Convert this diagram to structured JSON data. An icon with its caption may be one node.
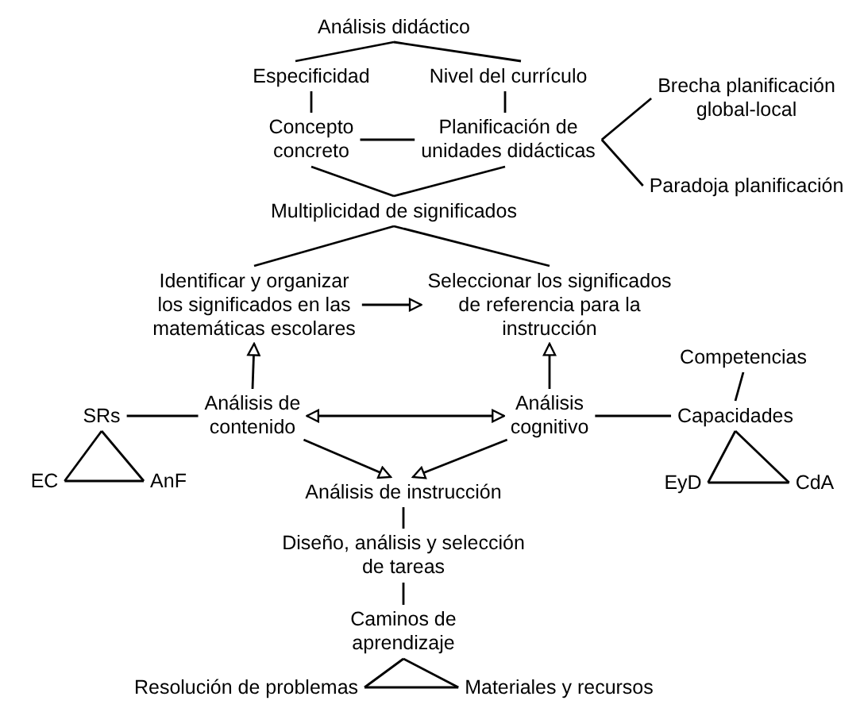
{
  "diagram": {
    "nodes": [
      {
        "text": [
          "Análisis didáctico"
        ]
      },
      {
        "text": [
          "Especificidad"
        ]
      },
      {
        "text": [
          "Nivel del currículo"
        ]
      },
      {
        "text": [
          "Concepto concreto"
        ]
      },
      {
        "text": [
          "Planificación de unidades didácticas"
        ]
      },
      {
        "text": [
          "Brecha planificación global-local"
        ]
      },
      {
        "text": [
          "Paradoja planificación"
        ]
      },
      {
        "text": [
          "Multiplicidad de significados"
        ]
      },
      {
        "text": [
          "Identificar y organizar los significados en las matemáticas escolares"
        ]
      },
      {
        "text": [
          "Seleccionar los significados de referencia para la instrucción"
        ]
      },
      {
        "text": [
          "Análisis de contenido"
        ]
      },
      {
        "text": [
          "Análisis cognitivo"
        ]
      },
      {
        "text": [
          "SRs"
        ]
      },
      {
        "text": [
          "EC"
        ]
      },
      {
        "text": [
          "AnF"
        ]
      },
      {
        "text": [
          "Competencias"
        ]
      },
      {
        "text": [
          "Capacidades"
        ]
      },
      {
        "text": [
          "EyD"
        ]
      },
      {
        "text": [
          "CdA"
        ]
      },
      {
        "text": [
          "Análisis de instrucción"
        ]
      },
      {
        "text": [
          "Diseño, análisis y selección de tareas"
        ]
      },
      {
        "text": [
          "Caminos de aprendizaje"
        ]
      },
      {
        "text": [
          "Resolución de problemas"
        ]
      },
      {
        "text": [
          "Materiales y recursos"
        ]
      }
    ],
    "edges": [
      {
        "from": 0,
        "to": 1,
        "arrow": "none"
      },
      {
        "from": 0,
        "to": 2,
        "arrow": "none"
      },
      {
        "from": 1,
        "to": 3,
        "arrow": "none"
      },
      {
        "from": 2,
        "to": 4,
        "arrow": "none"
      },
      {
        "from": 3,
        "to": 4,
        "arrow": "none"
      },
      {
        "from": 4,
        "to": 5,
        "arrow": "none"
      },
      {
        "from": 4,
        "to": 6,
        "arrow": "none"
      },
      {
        "from": 3,
        "to": 7,
        "arrow": "none"
      },
      {
        "from": 4,
        "to": 7,
        "arrow": "none"
      },
      {
        "from": 7,
        "to": 8,
        "arrow": "none"
      },
      {
        "from": 7,
        "to": 9,
        "arrow": "none"
      },
      {
        "from": 8,
        "to": 9,
        "arrow": "to"
      },
      {
        "from": 10,
        "to": 8,
        "arrow": "to"
      },
      {
        "from": 11,
        "to": 9,
        "arrow": "to"
      },
      {
        "from": 10,
        "to": 11,
        "arrow": "both"
      },
      {
        "from": 10,
        "to": 19,
        "arrow": "to"
      },
      {
        "from": 11,
        "to": 19,
        "arrow": "to"
      },
      {
        "from": 12,
        "to": 10,
        "arrow": "none"
      },
      {
        "from": 12,
        "to": 13,
        "arrow": "none"
      },
      {
        "from": 12,
        "to": 14,
        "arrow": "none"
      },
      {
        "from": 13,
        "to": 14,
        "arrow": "none"
      },
      {
        "from": 11,
        "to": 16,
        "arrow": "none"
      },
      {
        "from": 15,
        "to": 16,
        "arrow": "none"
      },
      {
        "from": 16,
        "to": 17,
        "arrow": "none"
      },
      {
        "from": 16,
        "to": 18,
        "arrow": "none"
      },
      {
        "from": 17,
        "to": 18,
        "arrow": "none"
      },
      {
        "from": 19,
        "to": 20,
        "arrow": "none"
      },
      {
        "from": 20,
        "to": 21,
        "arrow": "none"
      },
      {
        "from": 21,
        "to": 22,
        "arrow": "none"
      },
      {
        "from": 21,
        "to": 23,
        "arrow": "none"
      },
      {
        "from": 22,
        "to": 23,
        "arrow": "none"
      }
    ]
  }
}
